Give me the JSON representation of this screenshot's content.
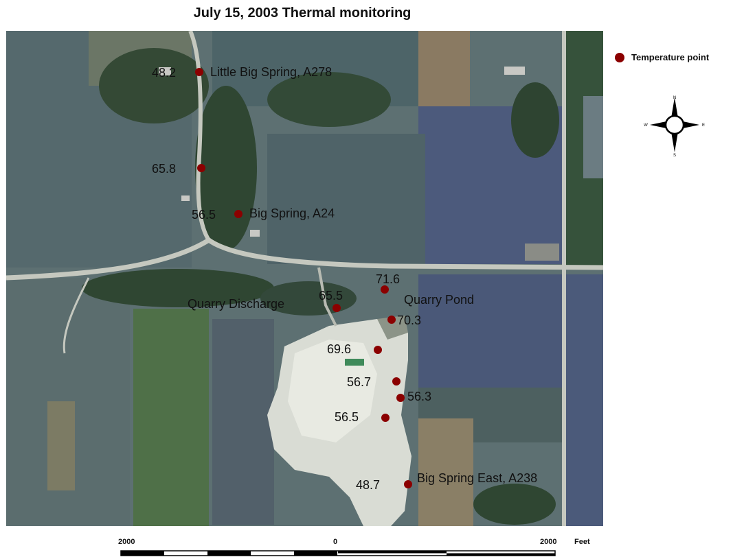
{
  "title": "July 15, 2003 Thermal monitoring",
  "legend": {
    "label": "Temperature point",
    "color": "#8b0000"
  },
  "compass": {
    "n": "N",
    "s": "S",
    "e": "E",
    "w": "W"
  },
  "scale": {
    "left": "2000",
    "mid": "0",
    "right": "2000",
    "unit": "Feet"
  },
  "points": [
    {
      "id": "p1",
      "value": "48.2",
      "name": "Little Big Spring, A278"
    },
    {
      "id": "p2",
      "value": "65.8",
      "name": ""
    },
    {
      "id": "p3",
      "value": "56.5",
      "name": "Big Spring, A24"
    },
    {
      "id": "p4",
      "value": "71.6",
      "name": ""
    },
    {
      "id": "p5",
      "value": "65.5",
      "name": "Quarry Discharge"
    },
    {
      "id": "p6",
      "value": "70.3",
      "name": "Quarry Pond"
    },
    {
      "id": "p7",
      "value": "69.6",
      "name": ""
    },
    {
      "id": "p8",
      "value": "56.7",
      "name": ""
    },
    {
      "id": "p9",
      "value": "56.3",
      "name": ""
    },
    {
      "id": "p10",
      "value": "56.5",
      "name": ""
    },
    {
      "id": "p11",
      "value": "48.7",
      "name": "Big Spring East, A238"
    }
  ]
}
